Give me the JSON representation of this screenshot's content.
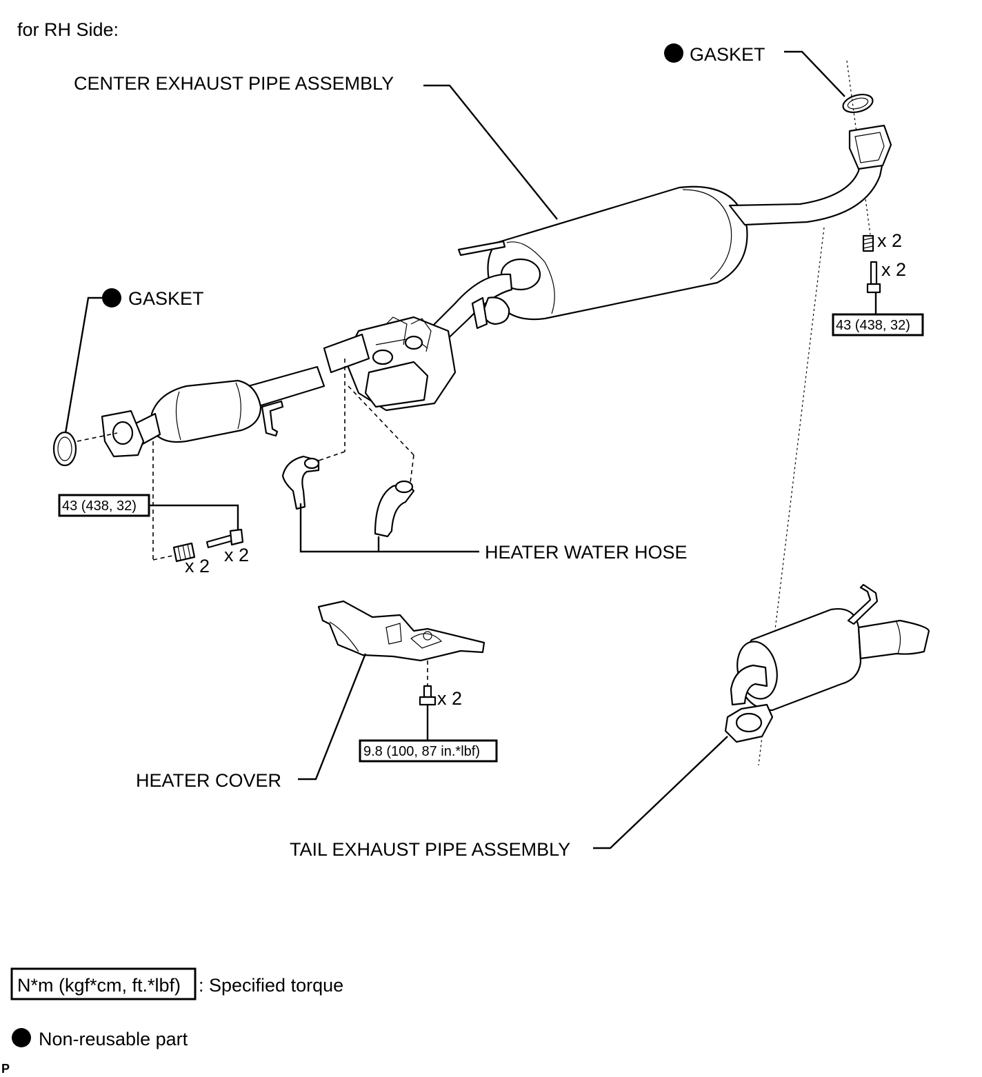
{
  "header": {
    "title": "for RH Side:"
  },
  "labels": {
    "gasket_top": "GASKET",
    "gasket_left": "GASKET",
    "center_pipe": "CENTER EXHAUST PIPE ASSEMBLY",
    "heater_hose": "HEATER WATER HOSE",
    "heater_cover": "HEATER COVER",
    "tail_pipe": "TAIL EXHAUST PIPE ASSEMBLY"
  },
  "quantities": {
    "spring_right": "x 2",
    "bolt_right": "x 2",
    "spring_left": "x 2",
    "bolt_left": "x 2",
    "cover_bolt": "x 2"
  },
  "torques": {
    "right": "43 (438, 32)",
    "left": "43 (438, 32)",
    "cover": "9.8 (100, 87 in.*lbf)"
  },
  "legend": {
    "torque_box": "N*m (kgf*cm, ft.*lbf)",
    "torque_text": ": Specified torque",
    "nonreusable_text": "Non-reusable part"
  },
  "footer": {
    "code": "P"
  }
}
